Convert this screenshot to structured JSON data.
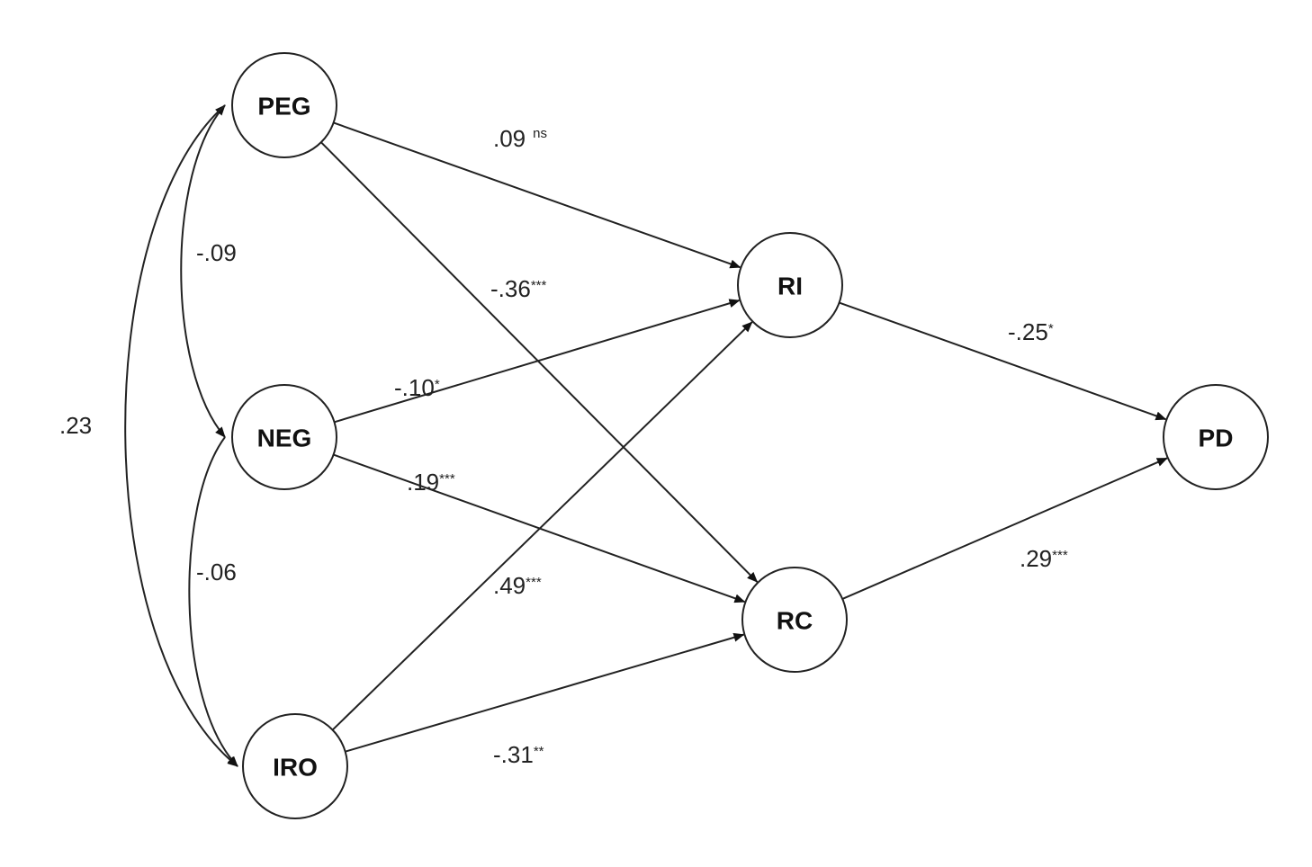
{
  "diagram": {
    "type": "path-diagram",
    "nodes": [
      {
        "id": "PEG",
        "label": "PEG"
      },
      {
        "id": "NEG",
        "label": "NEG"
      },
      {
        "id": "IRO",
        "label": "IRO"
      },
      {
        "id": "RI",
        "label": "RI"
      },
      {
        "id": "RC",
        "label": "RC"
      },
      {
        "id": "PD",
        "label": "PD"
      }
    ],
    "paths": [
      {
        "from": "PEG",
        "to": "RI",
        "coef": ".09",
        "sig": "ns"
      },
      {
        "from": "PEG",
        "to": "RC",
        "coef": "-.36",
        "sig": "***"
      },
      {
        "from": "NEG",
        "to": "RI",
        "coef": "-.10",
        "sig": "*"
      },
      {
        "from": "NEG",
        "to": "RC",
        "coef": ".19",
        "sig": "***"
      },
      {
        "from": "IRO",
        "to": "RI",
        "coef": ".49",
        "sig": "***"
      },
      {
        "from": "IRO",
        "to": "RC",
        "coef": "-.31",
        "sig": "**"
      },
      {
        "from": "RI",
        "to": "PD",
        "coef": "-.25",
        "sig": "*"
      },
      {
        "from": "RC",
        "to": "PD",
        "coef": ".29",
        "sig": "***"
      }
    ],
    "correlations": [
      {
        "between": [
          "PEG",
          "NEG"
        ],
        "coef": "-.09"
      },
      {
        "between": [
          "NEG",
          "IRO"
        ],
        "coef": "-.06"
      },
      {
        "between": [
          "PEG",
          "IRO"
        ],
        "coef": ".23"
      }
    ]
  }
}
